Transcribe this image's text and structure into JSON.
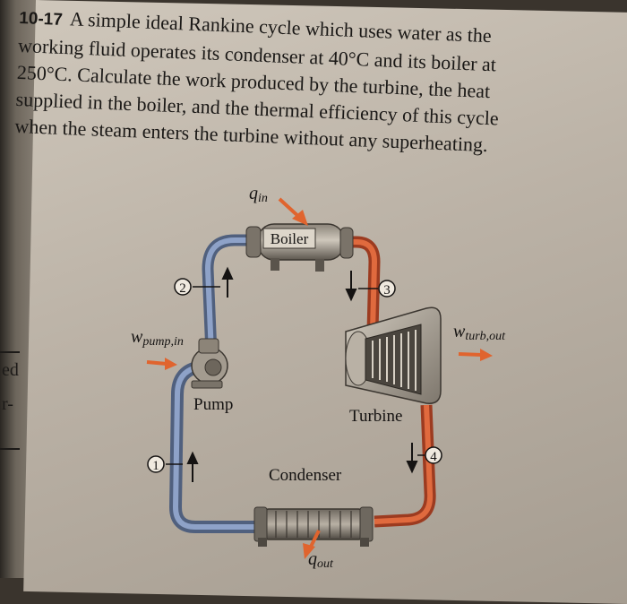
{
  "problem": {
    "number": "10-17",
    "lines": [
      "A simple ideal Rankine cycle which uses water as the",
      "working fluid operates its condenser at 40°C and its boiler at",
      "250°C. Calculate the work produced by the turbine, the heat",
      "supplied in the boiler, and the thermal efficiency of this cycle",
      "when the steam enters the turbine without any superheating."
    ]
  },
  "diagram": {
    "boiler_label": "Boiler",
    "pump_label": "Pump",
    "turbine_label": "Turbine",
    "condenser_label": "Condenser",
    "q_in": {
      "symbol": "q",
      "subscript": "in"
    },
    "q_out": {
      "symbol": "q",
      "subscript": "out"
    },
    "w_pump": {
      "symbol": "w",
      "subscript": "pump,in"
    },
    "w_turb": {
      "symbol": "w",
      "subscript": "turb,out"
    },
    "states": [
      "1",
      "2",
      "3",
      "4"
    ]
  },
  "margin_text": [
    "ed",
    "r-"
  ],
  "colors": {
    "hot_pipe": "#d2552f",
    "cold_pipe": "#6f86b4",
    "arrow": "#e0642e"
  }
}
